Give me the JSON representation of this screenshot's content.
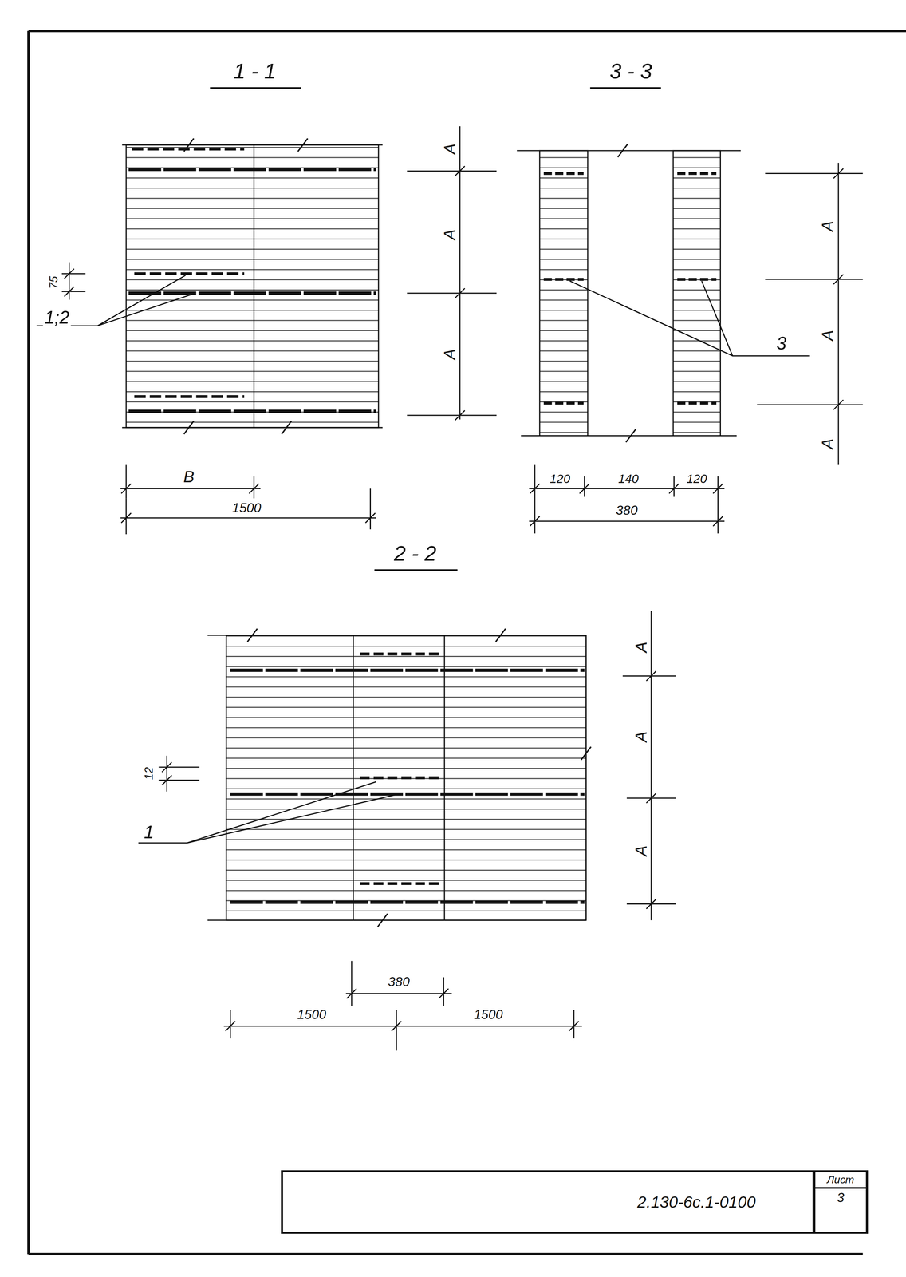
{
  "diagram": {
    "nodes": [
      {
        "text": [
          "2.130-6с.1-0100"
        ]
      },
      {
        "text": [
          "Лист",
          "3"
        ]
      }
    ],
    "labels": [
      "1 - 1",
      "3 - 3",
      "А",
      "А",
      "А",
      "75",
      "1;2",
      "А",
      "А",
      "А",
      "3",
      "В",
      "1500",
      "120",
      "140",
      "120",
      "380",
      "2 - 2",
      "А",
      "А",
      "А",
      "12",
      "1",
      "380",
      "1500",
      "1500"
    ]
  }
}
